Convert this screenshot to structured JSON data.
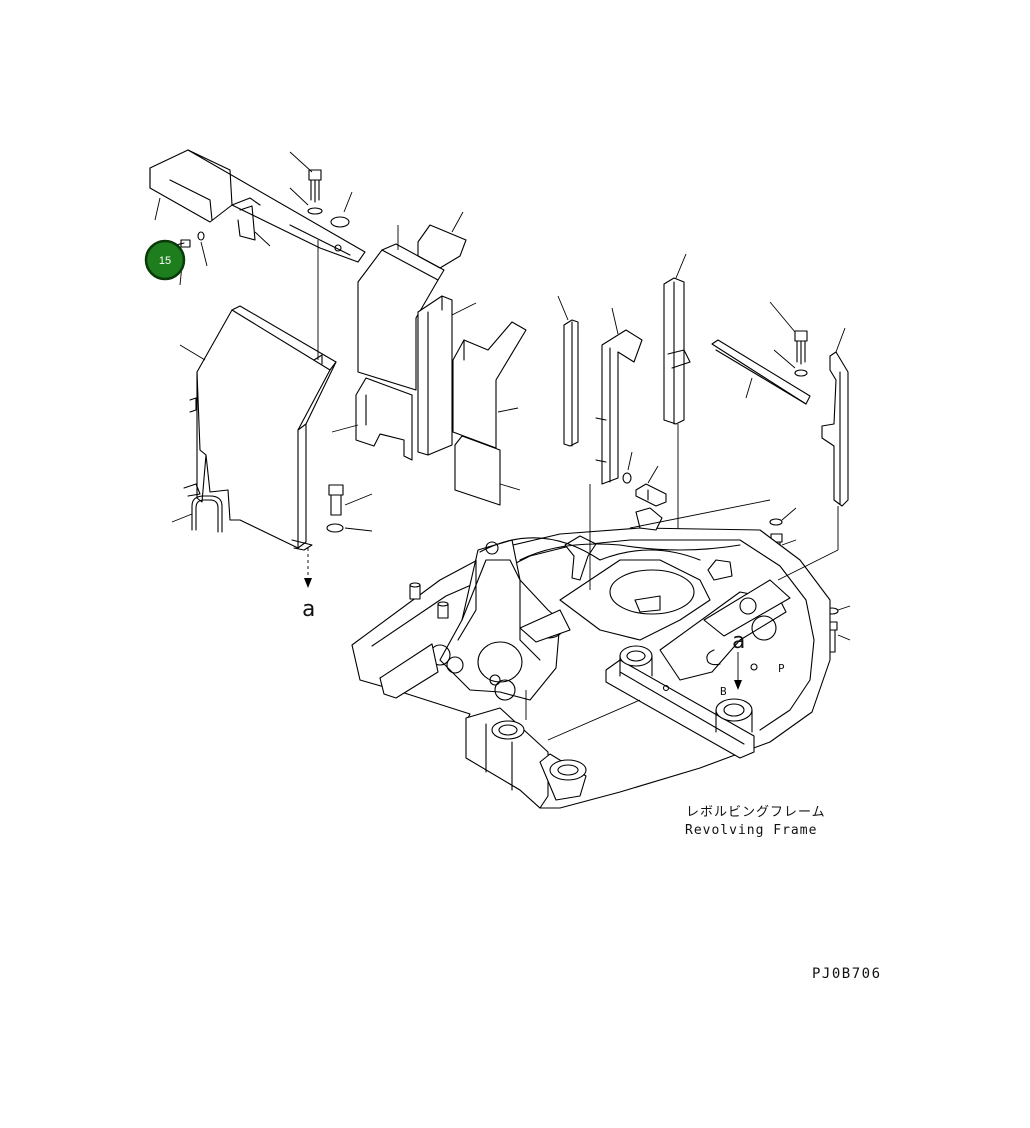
{
  "diagram": {
    "callouts": [
      {
        "number": "15",
        "color": "#1e7e1e"
      }
    ],
    "view_marks": [
      "a",
      "a"
    ],
    "frame_label_jp": "レボルビングフレーム",
    "frame_label_en": "Revolving Frame",
    "drawing_code": "PJ0B706"
  }
}
